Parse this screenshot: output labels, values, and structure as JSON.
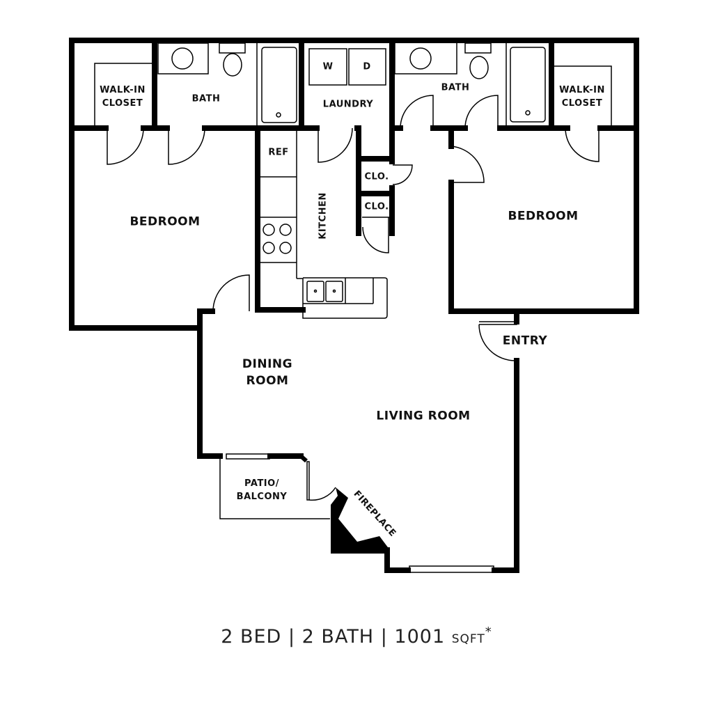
{
  "floorplan": {
    "rooms": {
      "walkin_closet_left": "WALK-IN\nCLOSET",
      "bath_left": "BATH",
      "laundry": "LAUNDRY",
      "washer": "W",
      "dryer": "D",
      "bath_right": "BATH",
      "walkin_closet_right": "WALK-IN\nCLOSET",
      "ref": "REF",
      "kitchen": "KITCHEN",
      "closet_1": "CLO.",
      "closet_2": "CLO.",
      "bedroom_left": "BEDROOM",
      "bedroom_right": "BEDROOM",
      "entry": "ENTRY",
      "dining_room": "DINING\nROOM",
      "living_room": "LIVING ROOM",
      "patio": "PATIO/\nBALCONY",
      "fireplace": "FIREPLACE"
    },
    "summary": {
      "beds": "2 BED",
      "sep1": "|",
      "baths": "2 BATH",
      "sep2": "|",
      "sqft": "1001",
      "unit": "SQFT",
      "asterisk": "*"
    }
  },
  "colors": {
    "wall": "#000000",
    "background": "#ffffff"
  }
}
